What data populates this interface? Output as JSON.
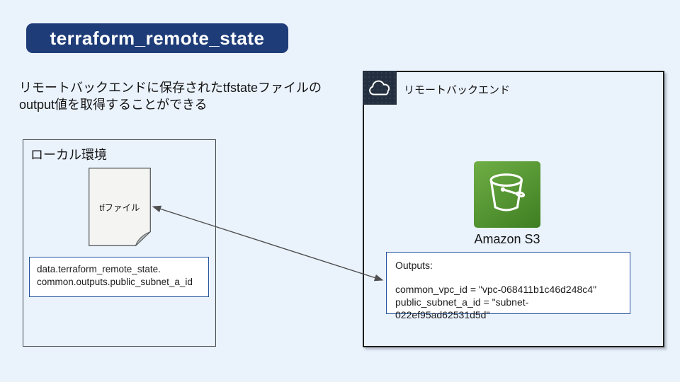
{
  "slide": {
    "title": "terraform_remote_state",
    "description": [
      "リモートバックエンドに保存されたtfstateファイルの",
      "output値を取得することができる"
    ]
  },
  "local_box": {
    "label": "ローカル環境",
    "file_label": "tfファイル",
    "code": [
      "data.terraform_remote_state.",
      "common.outputs.public_subnet_a_id"
    ]
  },
  "remote_box": {
    "label": "リモートバックエンド",
    "s3_label": "Amazon S3",
    "outputs": {
      "title": "Outputs:",
      "lines": [
        "common_vpc_id = \"vpc-068411b1c46d248c4\"",
        "public_subnet_a_id = \"subnet-022ef95ad62531d5d\""
      ]
    }
  },
  "icons": {
    "cloud": "cloud-icon",
    "s3_bucket": "s3-bucket-icon",
    "tf_file": "document-icon",
    "connector": "bidirectional-arrow"
  },
  "colors": {
    "background": "#eaf2fc",
    "banner": "#1e3c78",
    "code_box_border": "#24539e",
    "aws_dark": "#232f3e",
    "s3_green_light": "#6fae45",
    "s3_green_dark": "#3e7e22",
    "arrow": "#4f4f4f",
    "text": "#1a1a1a"
  }
}
